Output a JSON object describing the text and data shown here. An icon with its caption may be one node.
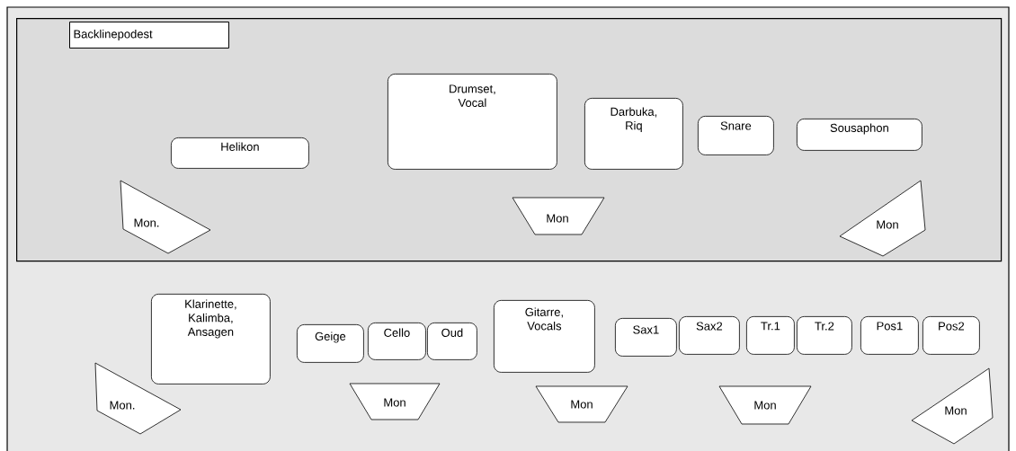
{
  "diagram": {
    "nodes": [
      {
        "text": [
          "Backlinepodest"
        ]
      },
      {
        "text": [
          "Helikon"
        ],
        "in": 0
      },
      {
        "text": [
          "Drumset, Vocal"
        ],
        "in": 0
      },
      {
        "text": [
          "Darbuka, Riq"
        ],
        "in": 0
      },
      {
        "text": [
          "Snare"
        ],
        "in": 0
      },
      {
        "text": [
          "Sousaphon"
        ],
        "in": 0
      },
      {
        "text": [
          "Mon."
        ],
        "in": 0
      },
      {
        "text": [
          "Mon"
        ],
        "in": 0
      },
      {
        "text": [
          "Mon"
        ],
        "in": 0
      },
      {
        "text": [
          "Klarinette, Kalimba, Ansagen"
        ]
      },
      {
        "text": [
          "Geige"
        ]
      },
      {
        "text": [
          "Cello"
        ]
      },
      {
        "text": [
          "Oud"
        ]
      },
      {
        "text": [
          "Gitarre, Vocals"
        ]
      },
      {
        "text": [
          "Sax1"
        ]
      },
      {
        "text": [
          "Sax2"
        ]
      },
      {
        "text": [
          "Tr.1"
        ]
      },
      {
        "text": [
          "Tr.2"
        ]
      },
      {
        "text": [
          "Pos1"
        ]
      },
      {
        "text": [
          "Pos2"
        ]
      },
      {
        "text": [
          "Mon."
        ]
      },
      {
        "text": [
          "Mon"
        ]
      },
      {
        "text": [
          "Mon"
        ]
      },
      {
        "text": [
          "Mon"
        ]
      },
      {
        "text": [
          "Mon"
        ]
      }
    ]
  }
}
